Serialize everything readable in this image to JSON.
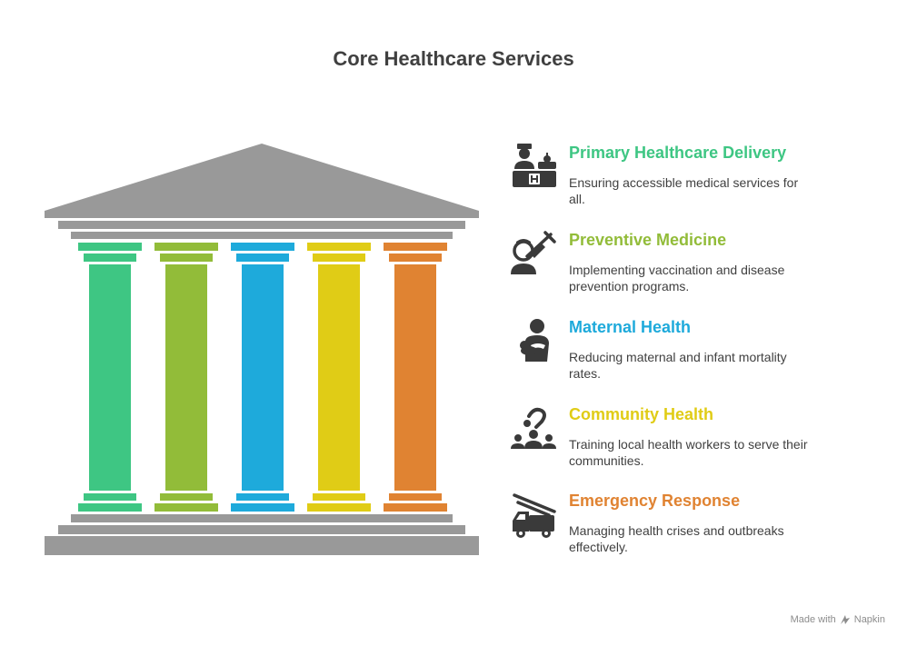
{
  "title": "Core Healthcare Services",
  "colors": {
    "structure": "#999999",
    "green": "#3ec683",
    "lime": "#92bc39",
    "blue": "#1eaadb",
    "yellow": "#e0cc16",
    "orange": "#e08332",
    "text": "#404040",
    "icon": "#3a3a3a"
  },
  "items": [
    {
      "heading": "Primary Healthcare Delivery",
      "description": "Ensuring accessible medical services for all.",
      "color": "#3ec683",
      "icon": "doctor-desk-icon"
    },
    {
      "heading": "Preventive Medicine",
      "description": "Implementing vaccination and disease prevention programs.",
      "color": "#92bc39",
      "icon": "vaccination-icon"
    },
    {
      "heading": "Maternal Health",
      "description": "Reducing maternal and infant mortality rates.",
      "color": "#1eaadb",
      "icon": "mother-baby-icon"
    },
    {
      "heading": "Community Health",
      "description": "Training local health workers to serve their communities.",
      "color": "#e0cc16",
      "icon": "community-icon"
    },
    {
      "heading": "Emergency Response",
      "description": "Managing health crises and outbreaks effectively.",
      "color": "#e08332",
      "icon": "fire-truck-icon"
    }
  ],
  "footer": {
    "made_with": "Made with",
    "brand": "Napkin"
  }
}
